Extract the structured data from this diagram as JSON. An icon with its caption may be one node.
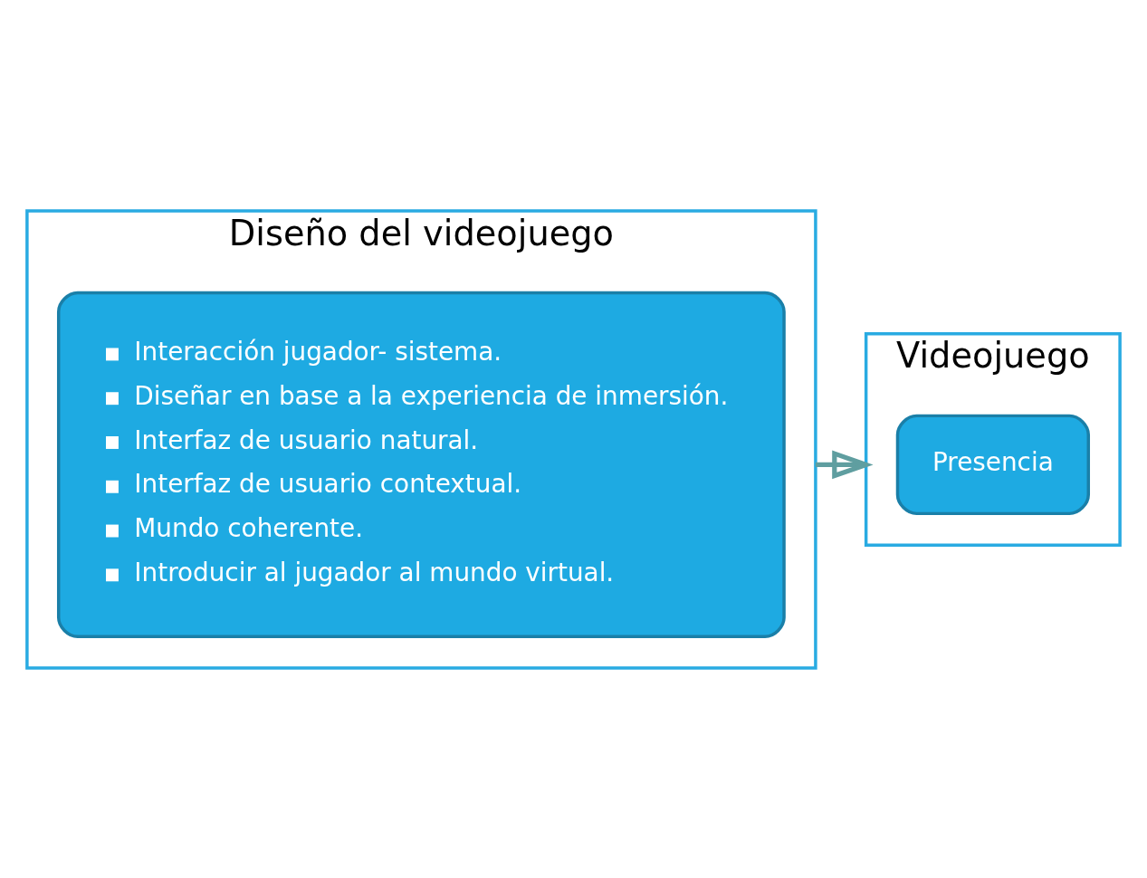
{
  "diagram": {
    "nodes": [
      {
        "text": [
          "Diseño del videojuego"
        ]
      },
      {
        "text": [
          "Interacción jugador- sistema.",
          "Diseñar en base a la experiencia de inmersión.",
          "Interfaz de usuario natural.",
          "Interfaz de usuario contextual.",
          "Mundo coherente.",
          "Introducir al jugador al mundo virtual."
        ],
        "in": 0
      },
      {
        "text": [
          "Videojuego"
        ]
      },
      {
        "text": [
          "Presencia"
        ],
        "in": 2
      }
    ],
    "edges": [
      {
        "from": 0,
        "to": 2,
        "arrow": "to"
      }
    ]
  }
}
